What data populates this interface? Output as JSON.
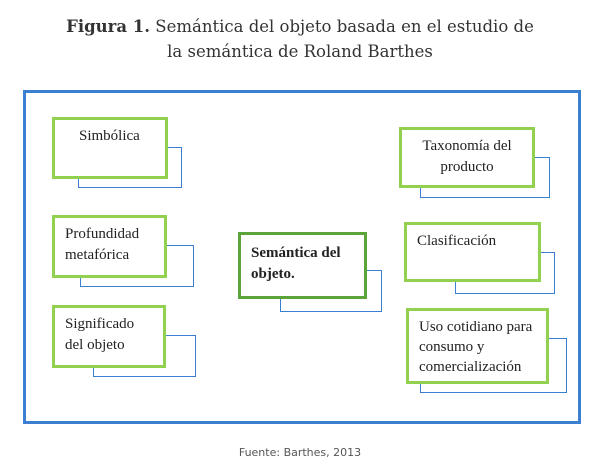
{
  "title": {
    "label": "Figura 1.",
    "text_line1": "Semántica del objeto basada en el estudio de",
    "text_line2": "la semántica de Roland Barthes"
  },
  "diagram": {
    "center": "Semántica del objeto.",
    "left": [
      "Simbólica",
      "Profundidad metafórica",
      "Significado del objeto"
    ],
    "right": [
      "Taxonomía del producto",
      "Clasificación",
      "Uso cotidiano para consumo y comercialización"
    ]
  },
  "source": "Fuente: Barthes, 2013",
  "colors": {
    "frame": "#3b7fd1",
    "box_border": "#92d050",
    "center_border": "#5aa43a"
  }
}
